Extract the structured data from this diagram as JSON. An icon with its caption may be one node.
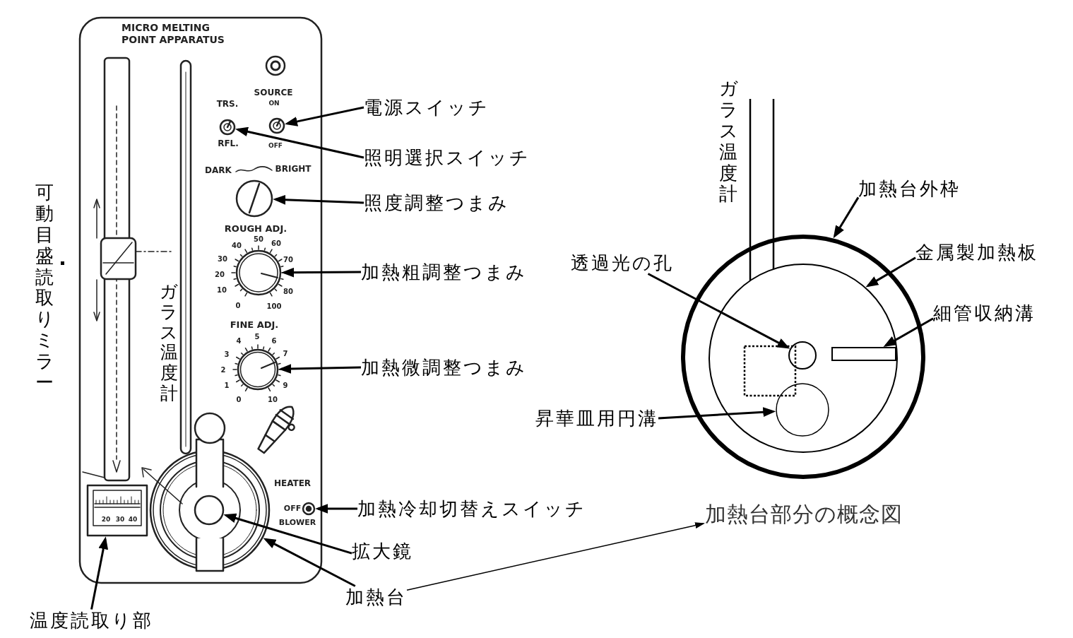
{
  "diagram": {
    "nodes": [
      {
        "text": [
          "電源スイッチ"
        ]
      },
      {
        "text": [],
        "shape": "circle"
      },
      {
        "text": [
          "照明選択スイッチ"
        ]
      },
      {
        "text": [],
        "shape": "circle"
      },
      {
        "text": [
          "照度調整つまみ"
        ]
      },
      {
        "text": [],
        "shape": "circle"
      },
      {
        "text": [
          "加熱粗調整つまみ"
        ]
      },
      {
        "text": [],
        "shape": "circle"
      },
      {
        "text": [
          "加熱微調整つまみ"
        ]
      },
      {
        "text": [],
        "shape": "circle"
      },
      {
        "text": [
          "加熱冷却切替えスイッチ"
        ]
      },
      {
        "text": [],
        "shape": "circle"
      },
      {
        "text": [],
        "shape": "circle"
      },
      {
        "text": [],
        "shape": "circle",
        "in": 12
      },
      {
        "text": [
          "拡大鏡"
        ]
      },
      {
        "text": [
          "加熱台"
        ]
      },
      {
        "text": [],
        "shape": "box"
      },
      {
        "text": [
          "温度読取り部"
        ]
      },
      {
        "text": [
          "加熱台外枠"
        ]
      },
      {
        "text": [],
        "shape": "circle"
      },
      {
        "text": [],
        "shape": "circle",
        "in": 19
      },
      {
        "text": [
          "金属製加熱板"
        ]
      },
      {
        "text": [
          "透過光の孔"
        ]
      },
      {
        "text": [],
        "shape": "circle",
        "in": 20
      },
      {
        "text": [
          "細管収納溝"
        ]
      },
      {
        "text": [],
        "shape": "box",
        "in": 20
      },
      {
        "text": [
          "昇華皿用円溝"
        ]
      },
      {
        "text": [],
        "shape": "circle",
        "in": 20
      },
      {
        "text": [
          "加熱台部分の概念図"
        ]
      }
    ],
    "edges": [
      {
        "from": 0,
        "to": 1,
        "arrow": "to"
      },
      {
        "from": 2,
        "to": 3,
        "arrow": "to"
      },
      {
        "from": 4,
        "to": 5,
        "arrow": "to"
      },
      {
        "from": 6,
        "to": 7,
        "arrow": "to"
      },
      {
        "from": 8,
        "to": 9,
        "arrow": "to"
      },
      {
        "from": 10,
        "to": 11,
        "arrow": "to"
      },
      {
        "from": 14,
        "to": 13,
        "arrow": "to"
      },
      {
        "from": 15,
        "to": 12,
        "arrow": "to"
      },
      {
        "from": 15,
        "to": 28,
        "arrow": "to"
      },
      {
        "from": 17,
        "to": 16,
        "arrow": "to"
      },
      {
        "from": 18,
        "to": 19,
        "arrow": "to"
      },
      {
        "from": 21,
        "to": 20,
        "arrow": "to"
      },
      {
        "from": 22,
        "to": 23,
        "arrow": "to"
      },
      {
        "from": 24,
        "to": 25,
        "arrow": "to"
      },
      {
        "from": 26,
        "to": 27,
        "arrow": "to"
      }
    ],
    "labels": [
      "MICRO MELTING POINT APPARATUS",
      "SOURCE",
      "TRS.",
      "ON",
      "RFL.",
      "OFF",
      "DARK",
      "BRIGHT",
      "可動目盛読取りミラー",
      "ROUGH ADJ.",
      "40",
      "50",
      "60",
      "30",
      "70",
      "20",
      "10",
      "80",
      "0",
      "100",
      "ガラス温度計",
      "FINE ADJ.",
      "4",
      "5",
      "6",
      "3",
      "7",
      "2",
      "1",
      "9",
      "0",
      "10",
      "HEATER",
      "OFF",
      "BLOWER",
      "20",
      "30",
      "40",
      "ガラス温度計"
    ]
  }
}
